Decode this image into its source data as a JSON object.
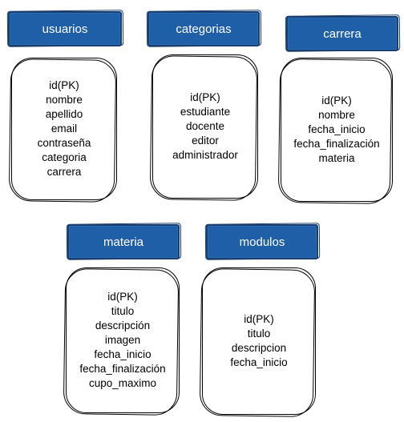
{
  "entities": {
    "usuarios": {
      "title": "usuarios",
      "fields": [
        "id(PK)",
        "nombre",
        "apellido",
        "email",
        "contraseña",
        "categoria",
        "carrera"
      ]
    },
    "categorias": {
      "title": "categorias",
      "fields": [
        "id(PK)",
        "estudiante",
        "docente",
        "editor",
        "administrador"
      ]
    },
    "carrera": {
      "title": "carrera",
      "fields": [
        "id(PK)",
        "nombre",
        "fecha_inicio",
        "fecha_finalización",
        "materia"
      ]
    },
    "materia": {
      "title": "materia",
      "fields": [
        "id(PK)",
        "titulo",
        "descripción",
        "imagen",
        "fecha_inicio",
        "fecha_finalización",
        "cupo_maximo"
      ]
    },
    "modulos": {
      "title": "modulos",
      "fields": [
        "id(PK)",
        "titulo",
        "descripcion",
        "fecha_inicio"
      ]
    }
  },
  "colors": {
    "header_fill": "#1f5fa8",
    "header_text": "#ffffff",
    "outline": "#000000"
  }
}
